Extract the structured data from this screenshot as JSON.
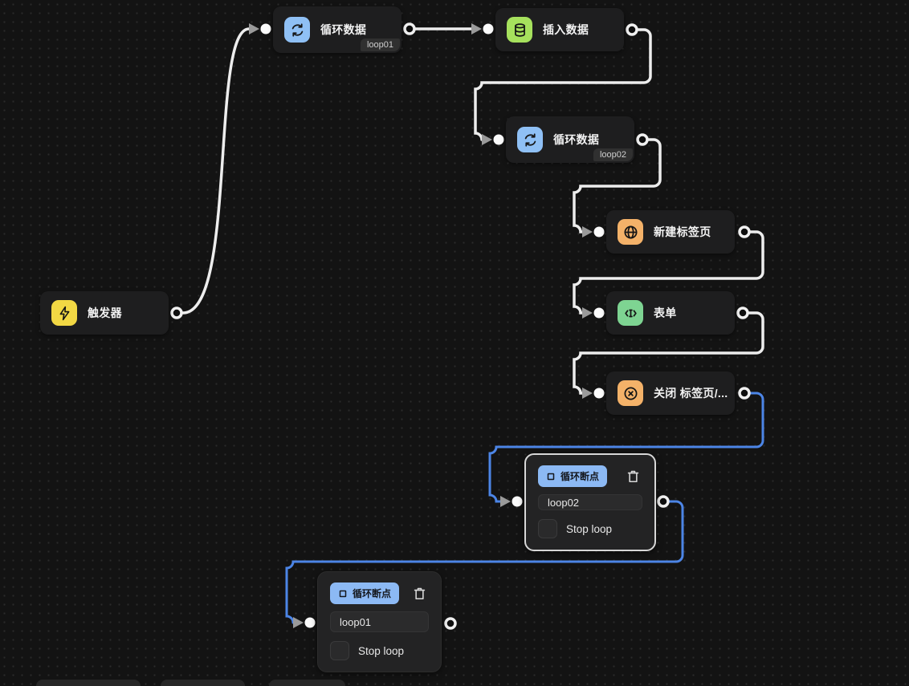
{
  "colors": {
    "canvas_bg": "#131313",
    "node_bg": "#1e1e1f",
    "wire_white": "#ededed",
    "wire_blue": "#4c85e6",
    "selection_border": "#d7d7d7",
    "breakpoint_pill_blue": "#8cb9f4",
    "icon_loop_blue": "#8fc0f5",
    "icon_insert_green": "#a6e15d",
    "icon_tab_orange": "#f4b269",
    "icon_form_green": "#7ed492",
    "icon_trigger_yellow": "#f2d844"
  },
  "nodes": {
    "trigger": {
      "label": "触发器",
      "icon": "lightning-icon"
    },
    "loop01": {
      "label": "循环数据",
      "badge": "loop01",
      "icon": "loop-icon"
    },
    "insert": {
      "label": "插入数据",
      "icon": "database-icon"
    },
    "loop02": {
      "label": "循环数据",
      "badge": "loop02",
      "icon": "loop-icon"
    },
    "newtab": {
      "label": "新建标签页",
      "icon": "globe-icon"
    },
    "form": {
      "label": "表单",
      "icon": "text-cursor-icon"
    },
    "close": {
      "label": "关闭 标签页/...",
      "icon": "close-circle-icon"
    }
  },
  "breakpoints": {
    "bp_loop02": {
      "badge": "循环断点",
      "value": "loop02",
      "checkbox_label": "Stop loop",
      "icon": "square-stop-icon",
      "delete_icon": "trash-icon"
    },
    "bp_loop01": {
      "badge": "循环断点",
      "value": "loop01",
      "checkbox_label": "Stop loop",
      "icon": "square-stop-icon",
      "delete_icon": "trash-icon"
    }
  }
}
